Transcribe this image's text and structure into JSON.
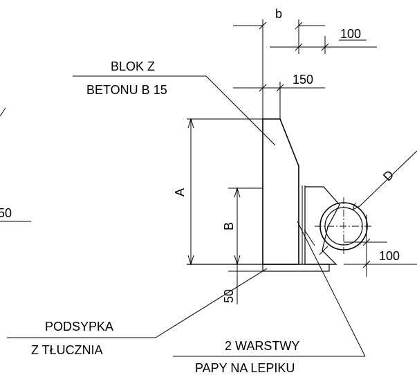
{
  "labels": {
    "dim_b": "b",
    "dim_100_top": "100",
    "dim_150": "150",
    "block_line1": "BLOK Z",
    "block_line2": "BETONU B 15",
    "dim_A": "A",
    "dim_B": "B",
    "dim_D": "D",
    "dim_100_right": "100",
    "dim_50_base": "50",
    "dim_50_left_partial": "50",
    "gravel_line1": "PODSYPKA",
    "gravel_line2": "Z TŁUCZNIA",
    "felt_line1": "2 WARSTWY",
    "felt_line2": "PAPY NA LEPIKU"
  }
}
